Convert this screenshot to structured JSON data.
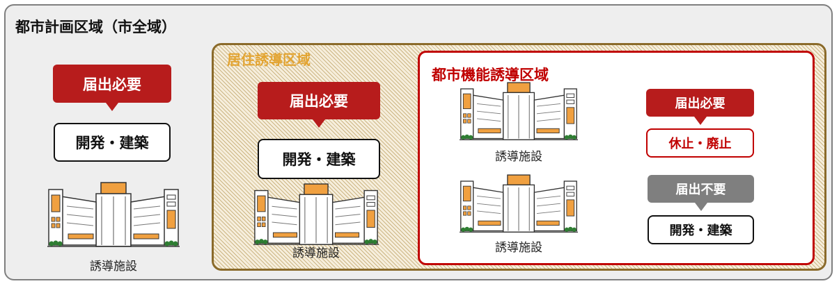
{
  "city_area": {
    "title": "都市計画区域（市全域）"
  },
  "residential_area": {
    "title": "居住誘導区域"
  },
  "urban_function_area": {
    "title": "都市機能誘導区域"
  },
  "labels": {
    "notify_required": "届出必要",
    "notify_not_required": "届出不要",
    "develop_build": "開発・建築",
    "suspend_abolish": "休止・廃止",
    "facility": "誘導施設"
  },
  "colors": {
    "red": "#b71c1c",
    "gray": "#7f7f7f",
    "brown_border": "#8a6a2a",
    "orange_title": "#e3a431"
  }
}
